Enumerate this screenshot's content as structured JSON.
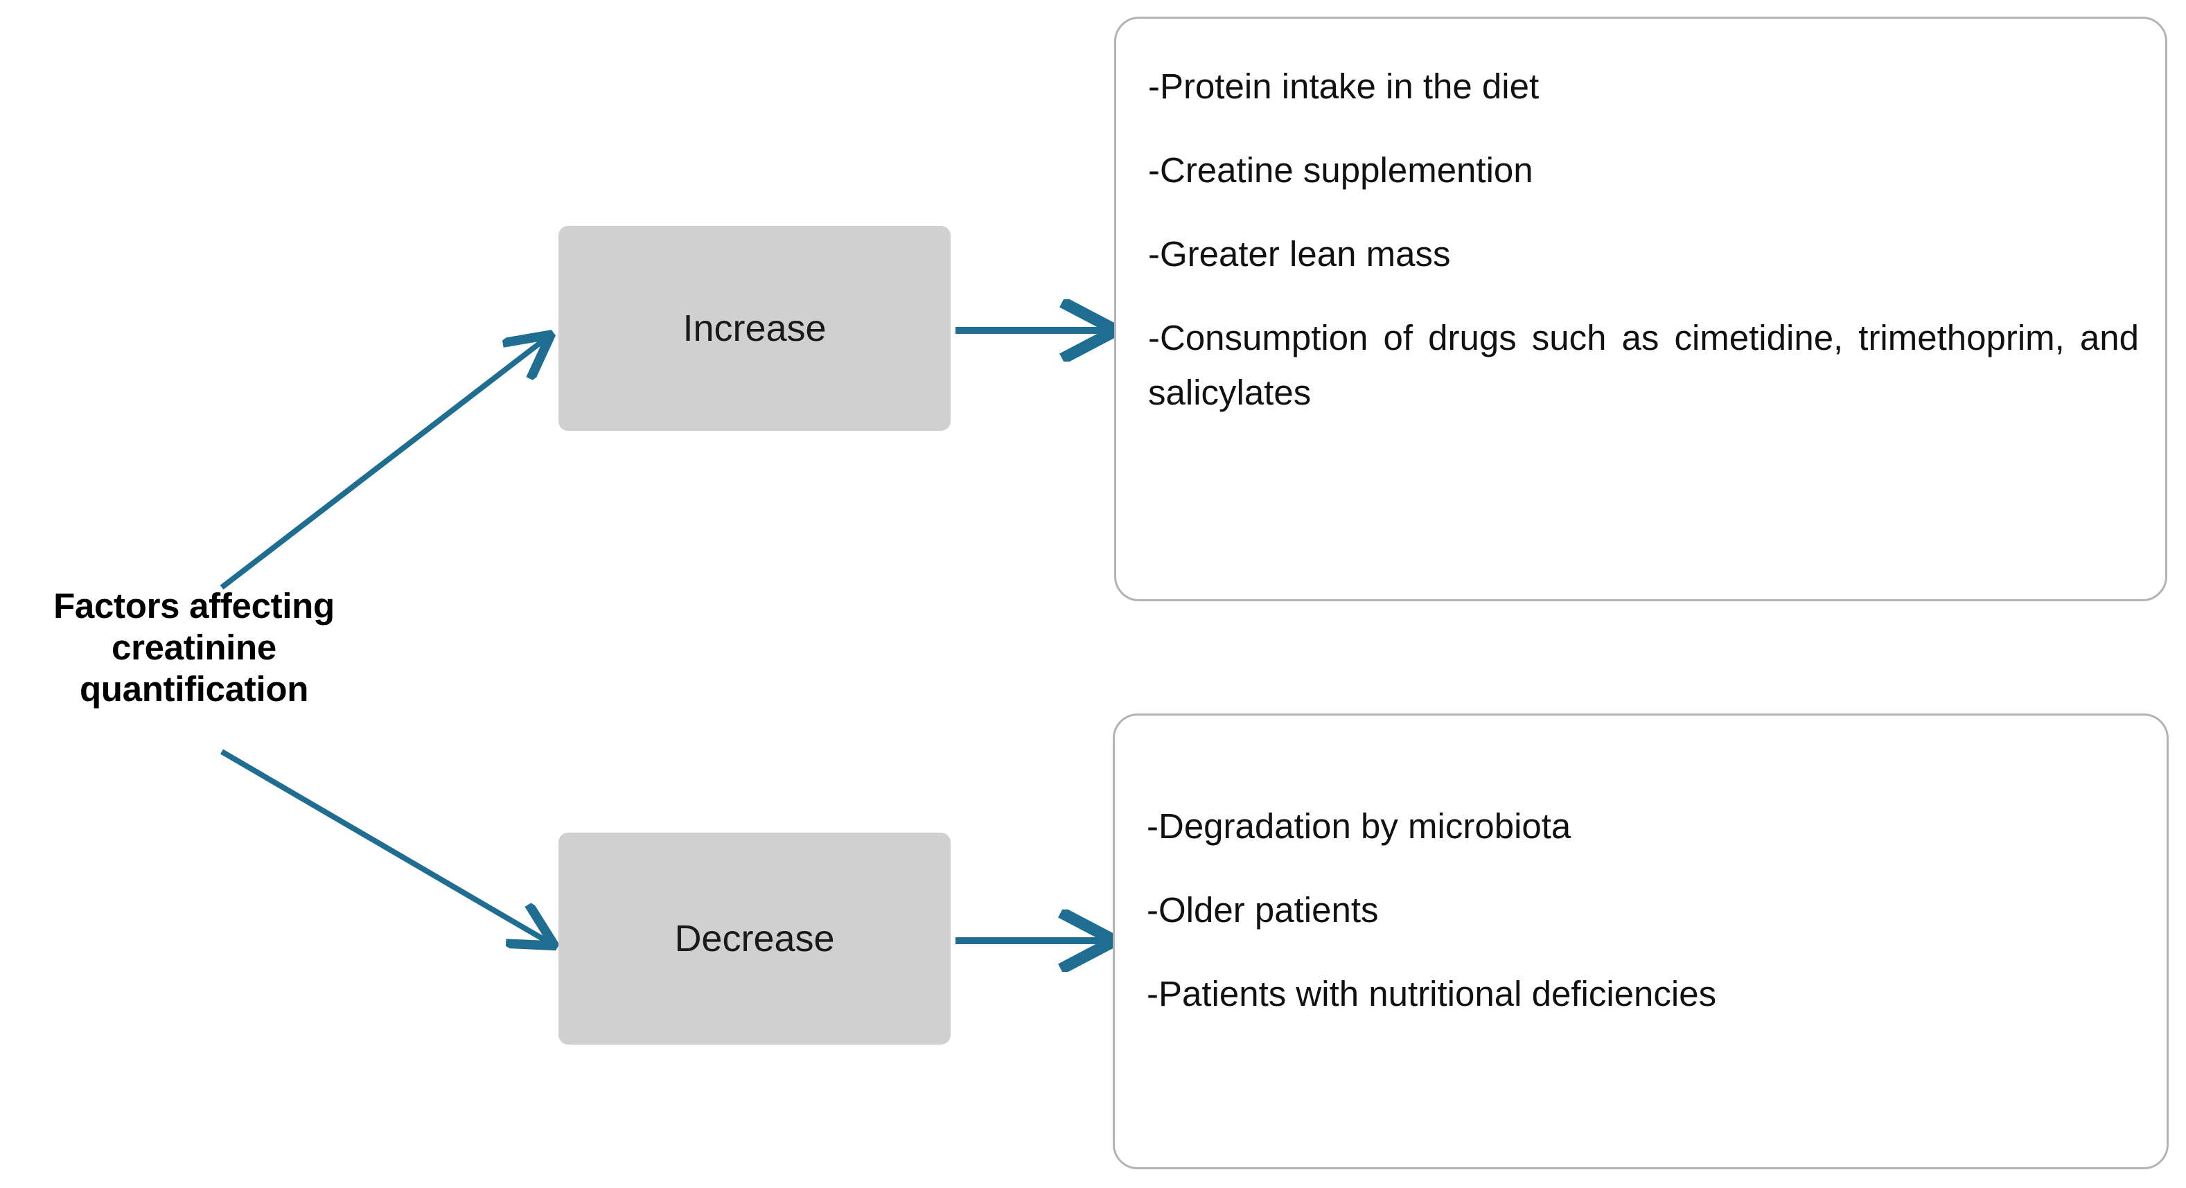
{
  "diagram": {
    "type": "flowchart",
    "title": "Factors affecting creatinine quantification",
    "root": {
      "name": "root-node",
      "lines": [
        "Factors affecting",
        "creatinine",
        "quantification"
      ]
    },
    "branches": [
      {
        "id": "increase",
        "stage_label": "Increase",
        "items": [
          "-Protein intake in the diet",
          "-Creatine supplemention",
          "-Greater lean mass",
          "-Consumption of drugs such as cimetidine, trimethoprim, and salicylates"
        ]
      },
      {
        "id": "decrease",
        "stage_label": "Decrease",
        "items": [
          "-Degradation by microbiota",
          "-Older patients",
          "-Patients with nutritional deficiencies"
        ]
      }
    ],
    "connectors": [
      {
        "name": "arrow-root-to-increase",
        "from": "root-node",
        "to": "increase-box",
        "style": "diagonal-up"
      },
      {
        "name": "arrow-root-to-decrease",
        "from": "root-node",
        "to": "decrease-box",
        "style": "diagonal-down"
      },
      {
        "name": "arrow-increase-to-card",
        "from": "increase-box",
        "to": "increase-card",
        "style": "horizontal"
      },
      {
        "name": "arrow-decrease-to-card",
        "from": "decrease-box",
        "to": "decrease-card",
        "style": "horizontal"
      }
    ],
    "colors": {
      "arrow": "#1f6e91",
      "stage_fill": "#d0d0d0",
      "card_border": "#b3b3b3",
      "text": "#111111",
      "background": "#ffffff"
    }
  }
}
